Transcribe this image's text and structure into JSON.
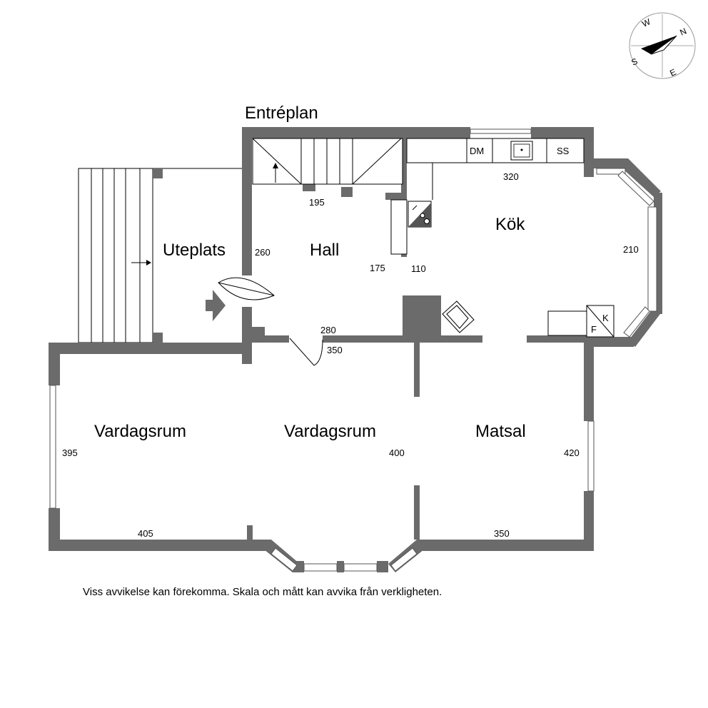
{
  "plan": {
    "floor_title": "Entréplan",
    "disclaimer": "Viss avvikelse kan förekomma. Skala och mått kan avvika från verkligheten.",
    "rooms": {
      "uteplats": "Uteplats",
      "hall": "Hall",
      "kok": "Kök",
      "vardagsrum_left": "Vardagsrum",
      "vardagsrum_center": "Vardagsrum",
      "matsal": "Matsal"
    },
    "dimensions": {
      "hall_width": "195",
      "hall_depth": "260",
      "hall_lower": "280",
      "hall_mid": "175",
      "kok_width": "320",
      "kok_depth": "210",
      "kok_mid": "110",
      "vardagsrum_depth": "395",
      "vardagsrum_width": "405",
      "center_depth": "400",
      "door_width": "350",
      "matsal_depth": "420",
      "matsal_width": "350"
    },
    "appliances": {
      "dm": "DM",
      "ss": "SS",
      "f": "F",
      "k": "K"
    },
    "compass": {
      "n": "N",
      "s": "S",
      "e": "E",
      "w": "W"
    }
  }
}
